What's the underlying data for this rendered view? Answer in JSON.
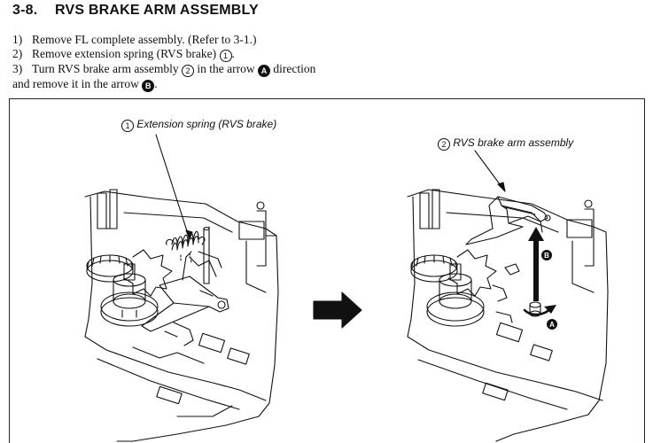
{
  "section": {
    "number": "3-8.",
    "title": "RVS BRAKE ARM ASSEMBLY"
  },
  "steps": [
    {
      "n": "1)",
      "text_a": "Remove FL complete assembly. (Refer to 3-1.)"
    },
    {
      "n": "2)",
      "text_a": "Remove extension spring (RVS brake)",
      "mark": "1",
      "text_b": "."
    },
    {
      "n": "3)",
      "text_a": "Turn RVS brake arm assembly",
      "mark": "2",
      "text_b": "in the arrow",
      "arrow_a": "A",
      "text_c": "direction",
      "line2_a": "and remove it in the arrow",
      "arrow_b": "B",
      "line2_b": "."
    }
  ],
  "figure": {
    "callout_spring_mark": "1",
    "callout_spring": "Extension spring (RVS brake)",
    "callout_arm_mark": "2",
    "callout_arm": "RVS brake arm assembly",
    "arrow_label_a": "A",
    "arrow_label_b": "B"
  }
}
